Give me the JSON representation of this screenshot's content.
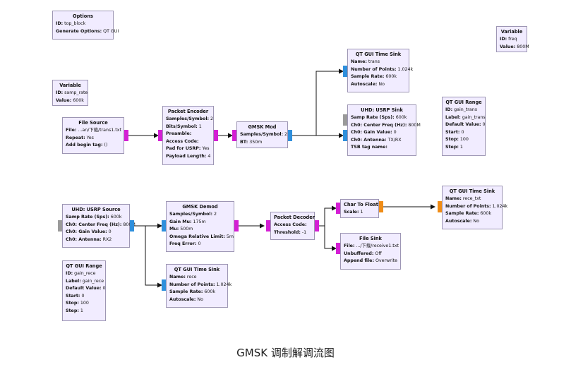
{
  "caption": "GMSK 调制解调流图",
  "blocks": {
    "options": {
      "title": "Options",
      "rows": [
        {
          "k": "ID:",
          "v": " top_block"
        },
        {
          "k": "Generate Options:",
          "v": " QT GUI"
        }
      ]
    },
    "var_freq": {
      "title": "Variable",
      "rows": [
        {
          "k": "ID:",
          "v": " freq"
        },
        {
          "k": "Value:",
          "v": " 800M"
        }
      ]
    },
    "var_samp": {
      "title": "Variable",
      "rows": [
        {
          "k": "ID:",
          "v": " samp_rate"
        },
        {
          "k": "Value:",
          "v": " 600k"
        }
      ]
    },
    "file_source": {
      "title": "File Source",
      "rows": [
        {
          "k": "File:",
          "v": " ...an/下载/trans1.txt"
        },
        {
          "k": "Repeat:",
          "v": " Yes"
        },
        {
          "k": "Add begin tag:",
          "v": " ()"
        }
      ]
    },
    "packet_encoder": {
      "title": "Packet Encoder",
      "rows": [
        {
          "k": "Samples/Symbol:",
          "v": " 2"
        },
        {
          "k": "Bits/Symbol:",
          "v": " 1"
        },
        {
          "k": "Preamble:",
          "v": ""
        },
        {
          "k": "Access Code:",
          "v": ""
        },
        {
          "k": "Pad for USRP:",
          "v": " Yes"
        },
        {
          "k": "Payload Length:",
          "v": " 4"
        }
      ]
    },
    "gmsk_mod": {
      "title": "GMSK Mod",
      "rows": [
        {
          "k": "Samples/Symbol:",
          "v": " 2"
        },
        {
          "k": "BT:",
          "v": " 350m"
        }
      ]
    },
    "qt_sink_trans": {
      "title": "QT GUI Time Sink",
      "rows": [
        {
          "k": "Name:",
          "v": " trans"
        },
        {
          "k": "Number of Points:",
          "v": " 1.024k"
        },
        {
          "k": "Sample Rate:",
          "v": " 600k"
        },
        {
          "k": "Autoscale:",
          "v": " No"
        }
      ]
    },
    "usrp_sink": {
      "title": "UHD: USRP Sink",
      "rows": [
        {
          "k": "Samp Rate (Sps):",
          "v": " 600k"
        },
        {
          "k": "Ch0: Center Freq (Hz):",
          "v": " 800M"
        },
        {
          "k": "Ch0: Gain Value:",
          "v": " 0"
        },
        {
          "k": "Ch0: Antenna:",
          "v": " TX/RX"
        },
        {
          "k": "TSB tag name:",
          "v": ""
        }
      ]
    },
    "range_trans": {
      "title": "QT GUI Range",
      "rows": [
        {
          "k": "ID:",
          "v": " gain_trans"
        },
        {
          "k": "Label:",
          "v": " gain_trans"
        },
        {
          "k": "Default Value:",
          "v": " 0"
        },
        {
          "k": "Start:",
          "v": " 0"
        },
        {
          "k": "Stop:",
          "v": " 100"
        },
        {
          "k": "Step:",
          "v": " 1"
        }
      ]
    },
    "usrp_source": {
      "title": "UHD: USRP Source",
      "rows": [
        {
          "k": "Samp Rate (Sps):",
          "v": " 600k"
        },
        {
          "k": "Ch0: Center Freq (Hz):",
          "v": " 800M"
        },
        {
          "k": "Ch0: Gain Value:",
          "v": " 0"
        },
        {
          "k": "Ch0: Antenna:",
          "v": " RX2"
        }
      ]
    },
    "gmsk_demod": {
      "title": "GMSK Demod",
      "rows": [
        {
          "k": "Samples/Symbol:",
          "v": " 2"
        },
        {
          "k": "Gain Mu:",
          "v": " 175m"
        },
        {
          "k": "Mu:",
          "v": " 500m"
        },
        {
          "k": "Omega Relative Limit:",
          "v": " 5m"
        },
        {
          "k": "Freq Error:",
          "v": " 0"
        }
      ]
    },
    "packet_decoder": {
      "title": "Packet Decoder",
      "rows": [
        {
          "k": "Access Code:",
          "v": ""
        },
        {
          "k": "Threshold:",
          "v": " -1"
        }
      ]
    },
    "char_to_float": {
      "title": "Char To Float",
      "rows": [
        {
          "k": "Scale:",
          "v": " 1"
        }
      ]
    },
    "qt_sink_rece": {
      "title": "QT GUI Time Sink",
      "rows": [
        {
          "k": "Name:",
          "v": " rece_txt"
        },
        {
          "k": "Number of Points:",
          "v": " 1.024k"
        },
        {
          "k": "Sample Rate:",
          "v": " 600k"
        },
        {
          "k": "Autoscale:",
          "v": " No"
        }
      ]
    },
    "file_sink": {
      "title": "File Sink",
      "rows": [
        {
          "k": "File:",
          "v": " .../下载/receive1.txt"
        },
        {
          "k": "Unbuffered:",
          "v": " Off"
        },
        {
          "k": "Append file:",
          "v": " Overwrite"
        }
      ]
    },
    "range_rece": {
      "title": "QT GUI Range",
      "rows": [
        {
          "k": "ID:",
          "v": " gain_rece"
        },
        {
          "k": "Label:",
          "v": " gain_rece"
        },
        {
          "k": "Default Value:",
          "v": " 0"
        },
        {
          "k": "Start:",
          "v": " 0"
        },
        {
          "k": "Stop:",
          "v": " 100"
        },
        {
          "k": "Step:",
          "v": " 1"
        }
      ]
    },
    "qt_sink_rece2": {
      "title": "QT GUI Time Sink",
      "rows": [
        {
          "k": "Name:",
          "v": " rece"
        },
        {
          "k": "Number of Points:",
          "v": " 1.024k"
        },
        {
          "k": "Sample Rate:",
          "v": " 600k"
        },
        {
          "k": "Autoscale:",
          "v": " No"
        }
      ]
    }
  },
  "colors": {
    "block_fill": "#f1ecff",
    "block_border": "#9d96b4",
    "port_complex": "#2f8fdc",
    "port_byte": "#d41fd4",
    "port_float": "#f08c16",
    "port_message": "#9a9a9a",
    "wire": "#111111"
  }
}
